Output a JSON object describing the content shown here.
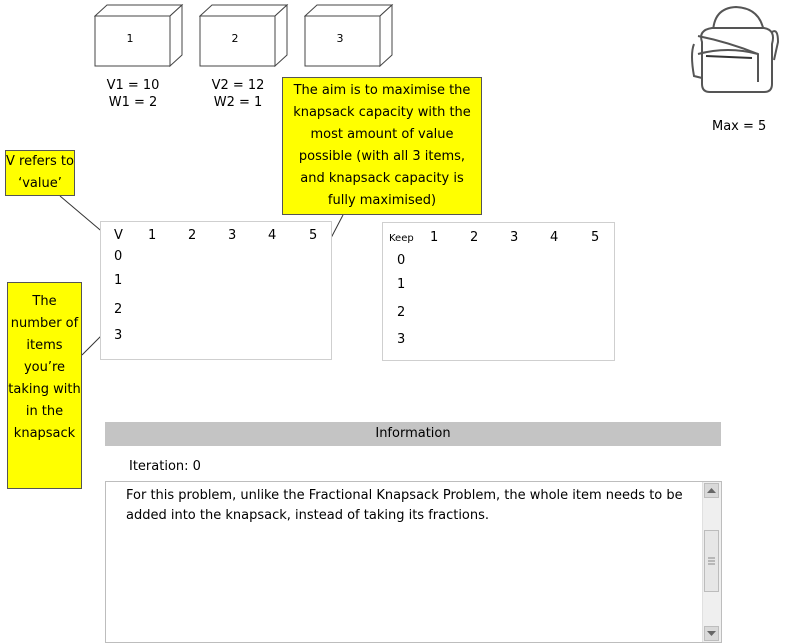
{
  "items": [
    {
      "label": "1",
      "value_text": "V1 = 10",
      "weight_text": "W1 = 2"
    },
    {
      "label": "2",
      "value_text": "V2 = 12",
      "weight_text": "W2 = 1"
    },
    {
      "label": "3"
    }
  ],
  "knapsack": {
    "max_text": "Max = 5"
  },
  "notes": {
    "aim": "The aim is to maximise the knapsack capacity with the most amount of value possible (with all 3 items, and knapsack capacity is fully maximised)",
    "v_refers": "V refers to ‘value’",
    "number_items": "The number of items you’re taking with in the knapsack"
  },
  "v_table": {
    "corner": "V",
    "columns": [
      "1",
      "2",
      "3",
      "4",
      "5"
    ],
    "rows": [
      "0",
      "1",
      "2",
      "3"
    ]
  },
  "keep_table": {
    "corner": "Keep",
    "columns": [
      "1",
      "2",
      "3",
      "4",
      "5"
    ],
    "rows": [
      "0",
      "1",
      "2",
      "3"
    ]
  },
  "info": {
    "header": "Information",
    "iteration_text": "Iteration: 0",
    "body": "For this problem, unlike the Fractional Knapsack Problem, the whole item needs to be added into the knapsack, instead of taking its fractions."
  },
  "colors": {
    "note_bg": "#ffff00",
    "info_header_bg": "#c4c4c4"
  }
}
